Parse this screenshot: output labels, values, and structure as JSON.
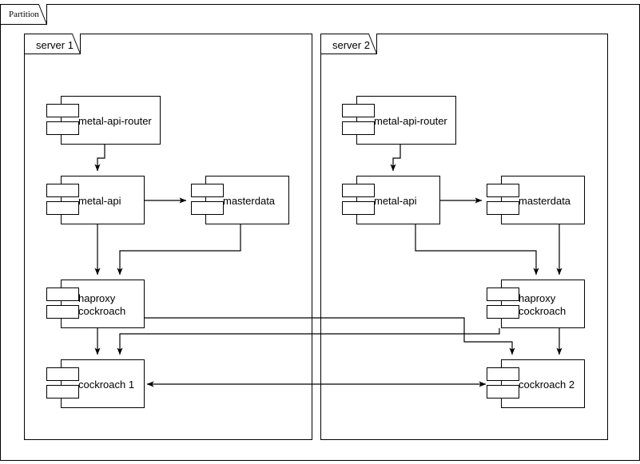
{
  "diagram": {
    "type": "uml-component-deployment-diagram",
    "partition": {
      "label": "Partition"
    },
    "servers": [
      {
        "id": "server-1",
        "label": "server 1",
        "components": [
          {
            "id": "metal-api-router-1",
            "label": "metal-api-router"
          },
          {
            "id": "metal-api-1",
            "label": "metal-api"
          },
          {
            "id": "masterdata-1",
            "label": "masterdata"
          },
          {
            "id": "haproxy-cockroach-1",
            "label_line_1": "haproxy",
            "label_line_2": "cockroach"
          },
          {
            "id": "cockroach-1",
            "label": "cockroach 1"
          }
        ]
      },
      {
        "id": "server-2",
        "label": "server 2",
        "components": [
          {
            "id": "metal-api-router-2",
            "label": "metal-api-router"
          },
          {
            "id": "metal-api-2",
            "label": "metal-api"
          },
          {
            "id": "masterdata-2",
            "label": "masterdata"
          },
          {
            "id": "haproxy-cockroach-2",
            "label_line_1": "haproxy",
            "label_line_2": "cockroach"
          },
          {
            "id": "cockroach-2",
            "label": "cockroach 2"
          }
        ]
      }
    ],
    "connections": [
      {
        "from": "metal-api-router-1",
        "to": "metal-api-1",
        "arrow": "single"
      },
      {
        "from": "metal-api-1",
        "to": "masterdata-1",
        "arrow": "single"
      },
      {
        "from": "metal-api-1",
        "to": "haproxy-cockroach-1",
        "arrow": "single"
      },
      {
        "from": "masterdata-1",
        "to": "haproxy-cockroach-1",
        "arrow": "single"
      },
      {
        "from": "haproxy-cockroach-1",
        "to": "cockroach-1",
        "arrow": "single"
      },
      {
        "from": "haproxy-cockroach-1",
        "to": "cockroach-2",
        "arrow": "single"
      },
      {
        "from": "metal-api-router-2",
        "to": "metal-api-2",
        "arrow": "single"
      },
      {
        "from": "metal-api-2",
        "to": "masterdata-2",
        "arrow": "single"
      },
      {
        "from": "metal-api-2",
        "to": "haproxy-cockroach-2",
        "arrow": "single"
      },
      {
        "from": "masterdata-2",
        "to": "haproxy-cockroach-2",
        "arrow": "single"
      },
      {
        "from": "haproxy-cockroach-2",
        "to": "cockroach-2",
        "arrow": "single"
      },
      {
        "from": "haproxy-cockroach-2",
        "to": "cockroach-1",
        "arrow": "single"
      },
      {
        "from": "cockroach-1",
        "to": "cockroach-2",
        "arrow": "double"
      }
    ],
    "colors": {
      "stroke": "#000000",
      "fill": "#ffffff",
      "background": "#ffffff"
    }
  }
}
